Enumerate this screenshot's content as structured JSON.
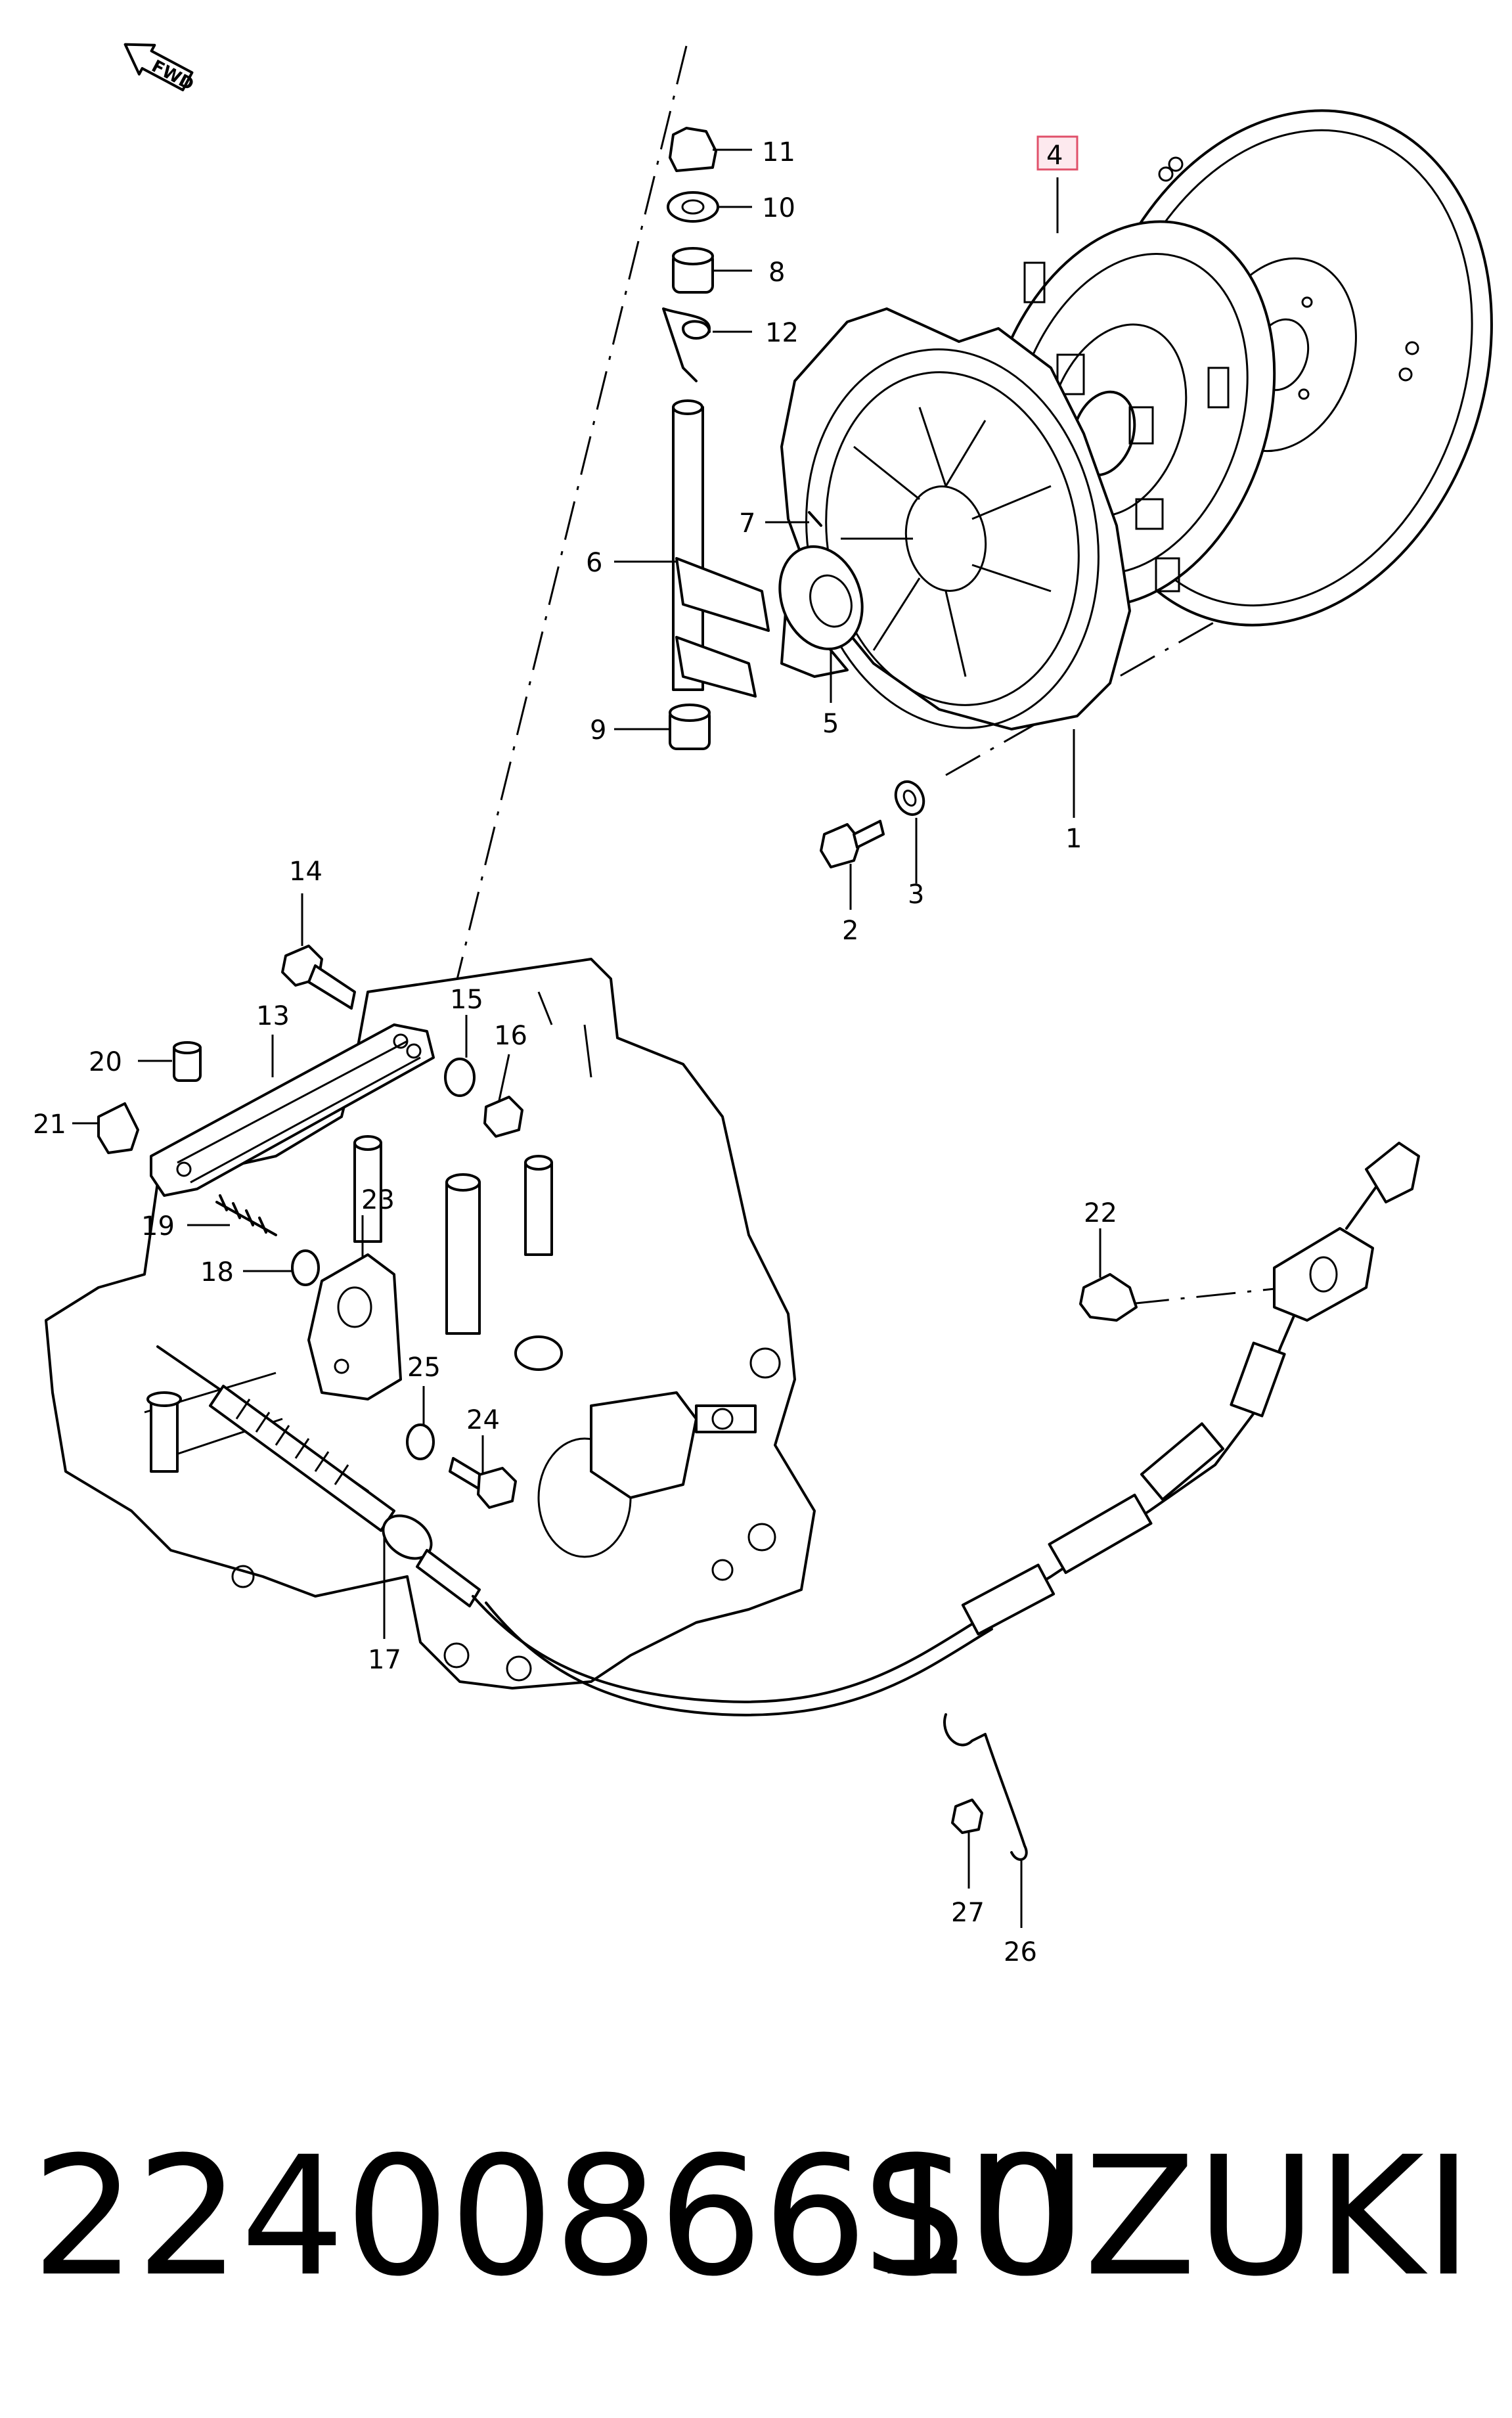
{
  "diagram": {
    "fwd_label": "FWD",
    "callouts": {
      "c1": "1",
      "c2": "2",
      "c3": "3",
      "c4": "4",
      "c5": "5",
      "c6": "6",
      "c7": "7",
      "c8": "8",
      "c9": "9",
      "c10": "10",
      "c11": "11",
      "c12": "12",
      "c13": "13",
      "c14": "14",
      "c15": "15",
      "c16": "16",
      "c17": "17",
      "c18": "18",
      "c19": "19",
      "c20": "20",
      "c21": "21",
      "c22": "22",
      "c23": "23",
      "c24": "24",
      "c25": "25",
      "c26": "26",
      "c27": "27"
    },
    "highlight_color": "#e0506a"
  },
  "footer": {
    "part_number": "2240086610",
    "brand": "SUZUKI"
  }
}
